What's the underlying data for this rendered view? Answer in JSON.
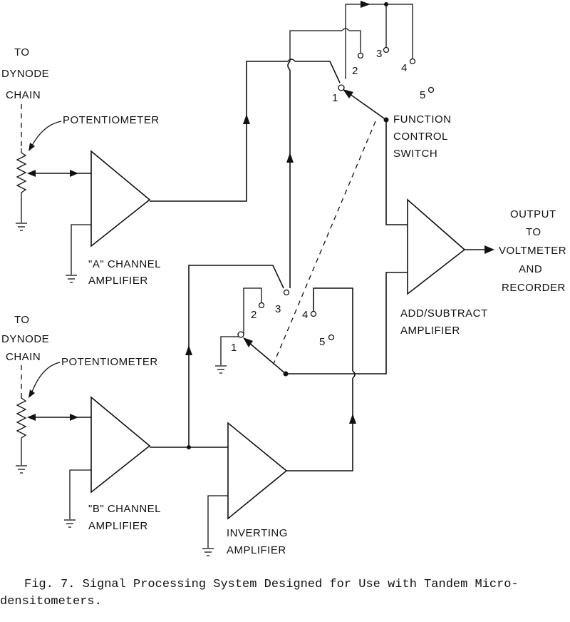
{
  "labels": {
    "to_dynode_a": [
      "TO",
      "DYNODE",
      "CHAIN"
    ],
    "to_dynode_b": [
      "TO",
      "DYNODE",
      "CHAIN"
    ],
    "potentiometer_a": "POTENTIOMETER",
    "potentiometer_b": "POTENTIOMETER",
    "amp_a": [
      "\"A\" CHANNEL",
      "AMPLIFIER"
    ],
    "amp_b": [
      "\"B\" CHANNEL",
      "AMPLIFIER"
    ],
    "inverting": [
      "INVERTING",
      "AMPLIFIER"
    ],
    "add_subtract": [
      "ADD/SUBTRACT",
      "AMPLIFIER"
    ],
    "function_switch": [
      "FUNCTION",
      "CONTROL",
      "SWITCH"
    ],
    "output": [
      "OUTPUT",
      "TO",
      "VOLTMETER",
      "AND",
      "RECORDER"
    ]
  },
  "switch_top": {
    "positions": [
      "1",
      "2",
      "3",
      "4",
      "5"
    ]
  },
  "switch_bottom": {
    "positions": [
      "1",
      "2",
      "3",
      "4",
      "5"
    ]
  },
  "caption": {
    "line1": "Fig. 7.  Signal Processing System Designed for Use with Tandem Micro-",
    "line2": "densitometers."
  }
}
